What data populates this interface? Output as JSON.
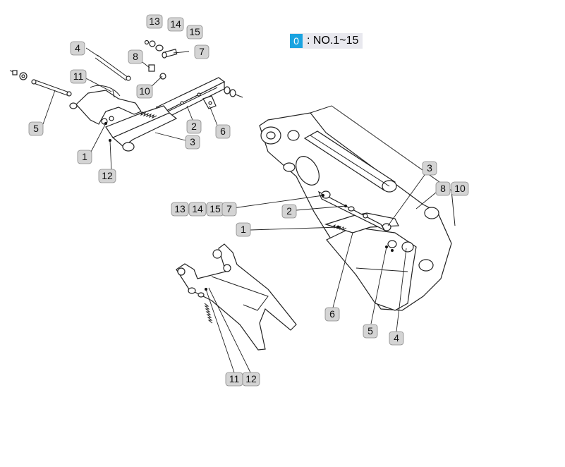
{
  "legend": {
    "swatch_number": "0",
    "text": ": NO.1~15",
    "swatch_color": "#1aa3e0"
  },
  "colors": {
    "label_fill": "#d4d4d4",
    "label_stroke": "#8a8a8a",
    "line": "#222222"
  },
  "labels": {
    "a_13": "13",
    "a_14": "14",
    "a_15": "15",
    "a_4": "4",
    "a_8": "8",
    "a_7": "7",
    "a_11": "11",
    "a_10": "10",
    "a_5": "5",
    "a_2": "2",
    "a_6": "6",
    "a_3": "3",
    "a_1": "1",
    "a_12": "12",
    "b_3": "3",
    "b_8": "8",
    "b_10": "10",
    "b_13": "13",
    "b_14": "14",
    "b_15": "15",
    "b_7": "7",
    "b_2": "2",
    "b_1": "1",
    "b_6": "6",
    "b_5": "5",
    "b_4": "4",
    "c_11": "11",
    "c_12": "12"
  }
}
